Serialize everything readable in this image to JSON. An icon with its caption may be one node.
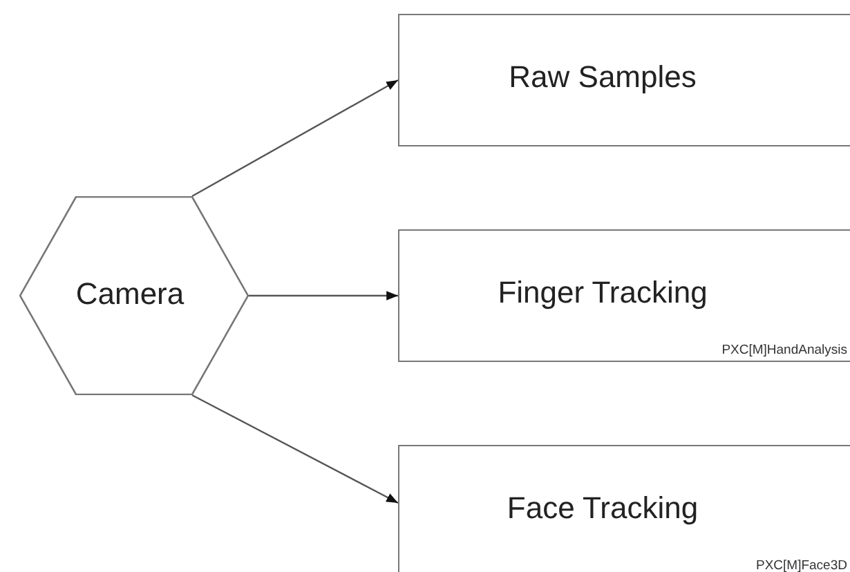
{
  "diagram": {
    "nodes": [
      {
        "text": [
          "Camera"
        ]
      },
      {
        "text": [
          "Raw Samples"
        ]
      },
      {
        "text": [
          "Finger Tracking",
          "PXC[M]HandAnalysis"
        ]
      },
      {
        "text": [
          "Face Tracking",
          "PXC[M]Face3D"
        ]
      }
    ],
    "edges": [
      {
        "from": 0,
        "to": 1,
        "arrow": "to"
      },
      {
        "from": 0,
        "to": 2,
        "arrow": "to"
      },
      {
        "from": 0,
        "to": 3,
        "arrow": "to"
      }
    ]
  }
}
